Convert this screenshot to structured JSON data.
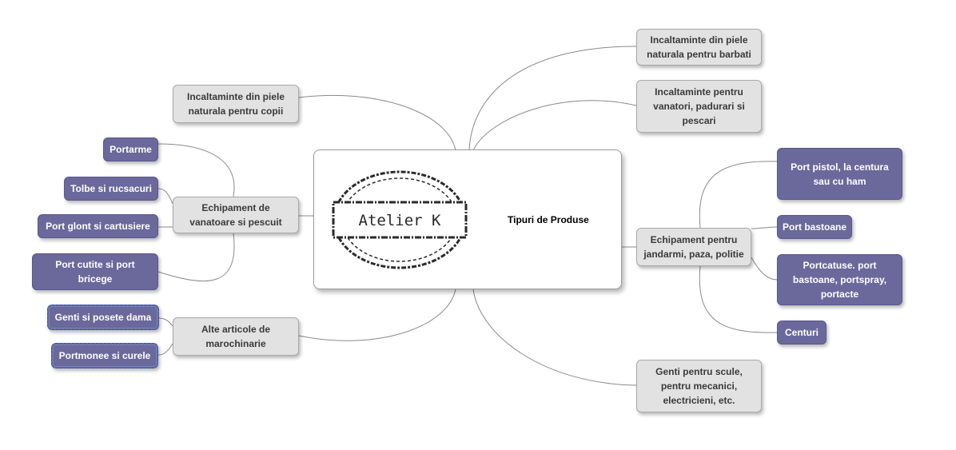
{
  "center": {
    "logo_text": "Atelier K",
    "title": "Tipuri de Produse"
  },
  "nodes": {
    "r1": "Incaltaminte din piele naturala pentru barbati",
    "r2": "Incaltaminte pentru vanatori, padurari si pescari",
    "r3": "Echipament pentru jandarmi, paza, politie",
    "r3a": "Port pistol, la centura sau cu ham",
    "r3b": "Port bastoane",
    "r3c": "Portcatuse. port bastoane, portspray, portacte",
    "r3d": "Centuri",
    "r4": "Genti pentru scule, pentru mecanici, electricieni, etc.",
    "l1": "Incaltaminte din piele naturala pentru copii",
    "l2": "Echipament de vanatoare si pescuit",
    "l2a": "Portarme",
    "l2b": "Tolbe si rucsacuri",
    "l2c": "Port glont si cartusiere",
    "l2d": "Port cutite si port bricege",
    "l3": "Alte articole de marochinarie",
    "l3a": "Genti si posete dama",
    "l3b": "Portmonee si curele"
  },
  "colors": {
    "branch_fill": "#e2e2e2",
    "leaf_fill": "#6b689c",
    "connector": "#8a8a8a",
    "selected_outline": "#2d5fb3"
  }
}
